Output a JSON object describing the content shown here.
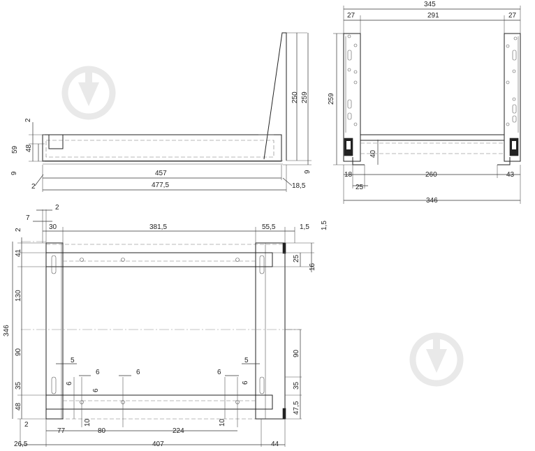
{
  "side_view": {
    "dims": {
      "h2": "2",
      "h59": "59",
      "h48": "48",
      "h9": "9",
      "b2": "2",
      "w457": "457",
      "w477": "477,5",
      "w18": "18,5",
      "v250": "250",
      "v259": "259",
      "v9": "9"
    }
  },
  "front_view": {
    "dims": {
      "w345": "345",
      "w27a": "27",
      "w291": "291",
      "w27b": "27",
      "h259": "259",
      "h40": "40",
      "b18": "18",
      "b25": "25",
      "b260": "260",
      "b43": "43",
      "b346": "346"
    }
  },
  "top_view": {
    "dims": {
      "t2": "2",
      "t7": "7",
      "t30": "30",
      "t381": "381,5",
      "t55": "55,5",
      "t1a": "1,5",
      "t1b": "1,5",
      "l2": "2",
      "l41": "41",
      "l130": "130",
      "l346": "346",
      "l90": "90",
      "l35": "35",
      "l48": "48",
      "l2b": "2",
      "r25": "25",
      "r16": "16",
      "r90": "90",
      "r35": "35",
      "r47": "47,5",
      "i5a": "5",
      "i5b": "5",
      "i6a": "6",
      "i6b": "6",
      "i6c": "6",
      "i6d": "6",
      "i6v1": "6",
      "i6v2": "6",
      "i10a": "10",
      "i10b": "10",
      "b77": "77",
      "b80": "80",
      "b224": "224",
      "b26": "26,5",
      "b407": "407",
      "b44": "44"
    }
  },
  "watermarks": [
    "watermark-logo-top",
    "watermark-logo-bottom"
  ]
}
